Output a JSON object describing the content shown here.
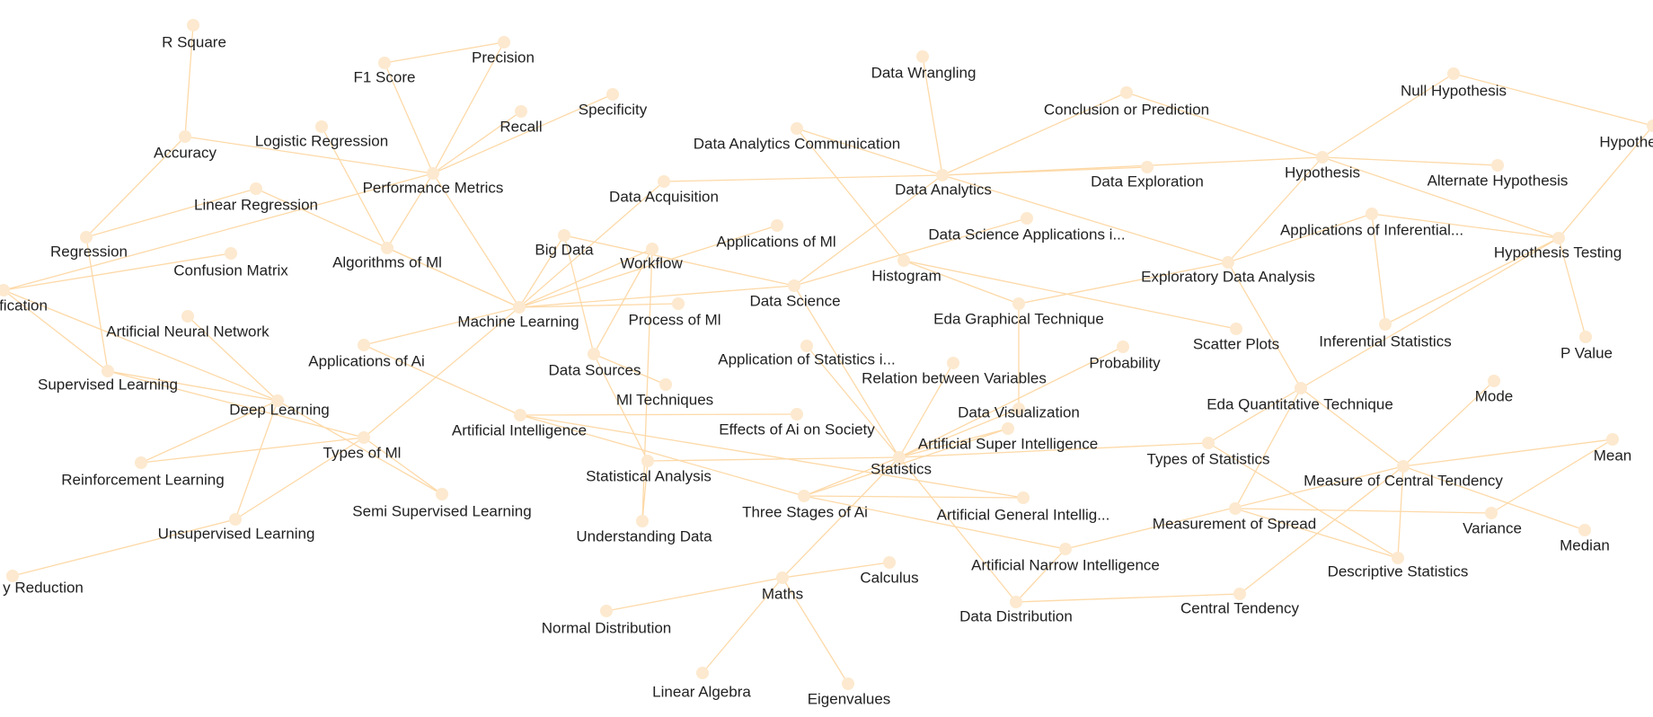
{
  "graph": {
    "nodes": [
      {
        "id": "r-square",
        "label": "R Square"
      },
      {
        "id": "f1-score",
        "label": "F1 Score"
      },
      {
        "id": "precision",
        "label": "Precision"
      },
      {
        "id": "recall",
        "label": "Recall"
      },
      {
        "id": "specificity",
        "label": "Specificity"
      },
      {
        "id": "accuracy",
        "label": "Accuracy"
      },
      {
        "id": "logistic-regression",
        "label": "Logistic Regression"
      },
      {
        "id": "performance-metrics",
        "label": "Performance Metrics"
      },
      {
        "id": "linear-regression",
        "label": "Linear Regression"
      },
      {
        "id": "regression",
        "label": "Regression"
      },
      {
        "id": "confusion-matrix",
        "label": "Confusion Matrix"
      },
      {
        "id": "algorithms-of-ml",
        "label": "Algorithms of Ml"
      },
      {
        "id": "classification",
        "label": "fication"
      },
      {
        "id": "artificial-neural-network",
        "label": "Artificial Neural Network"
      },
      {
        "id": "machine-learning",
        "label": "Machine Learning"
      },
      {
        "id": "applications-of-ai",
        "label": "Applications of Ai"
      },
      {
        "id": "supervised-learning",
        "label": "Supervised Learning"
      },
      {
        "id": "deep-learning",
        "label": "Deep Learning"
      },
      {
        "id": "types-of-ml",
        "label": "Types of Ml"
      },
      {
        "id": "reinforcement-learning",
        "label": "Reinforcement Learning"
      },
      {
        "id": "semi-supervised-learning",
        "label": "Semi Supervised Learning"
      },
      {
        "id": "unsupervised-learning",
        "label": "Unsupervised Learning"
      },
      {
        "id": "dimensionality-reduction",
        "label": "y Reduction"
      },
      {
        "id": "big-data",
        "label": "Big Data"
      },
      {
        "id": "workflow",
        "label": "Workflow"
      },
      {
        "id": "applications-of-ml",
        "label": "Applications of Ml"
      },
      {
        "id": "data-acquisition",
        "label": "Data Acquisition"
      },
      {
        "id": "process-of-ml",
        "label": "Process of Ml"
      },
      {
        "id": "data-sources",
        "label": "Data Sources"
      },
      {
        "id": "ml-techniques",
        "label": "Ml Techniques"
      },
      {
        "id": "artificial-intelligence",
        "label": "Artificial Intelligence"
      },
      {
        "id": "statistical-analysis",
        "label": "Statistical Analysis"
      },
      {
        "id": "understanding-data",
        "label": "Understanding Data"
      },
      {
        "id": "data-wrangling",
        "label": "Data Wrangling"
      },
      {
        "id": "data-analytics-communication",
        "label": "Data Analytics Communication"
      },
      {
        "id": "data-analytics",
        "label": "Data Analytics"
      },
      {
        "id": "data-science",
        "label": "Data Science"
      },
      {
        "id": "histogram",
        "label": "Histogram"
      },
      {
        "id": "data-science-applications",
        "label": "Data Science Applications i..."
      },
      {
        "id": "application-of-statistics",
        "label": "Application of Statistics i..."
      },
      {
        "id": "relation-between-variables",
        "label": "Relation between Variables"
      },
      {
        "id": "effects-of-ai-on-society",
        "label": "Effects of Ai on Society"
      },
      {
        "id": "statistics",
        "label": "Statistics"
      },
      {
        "id": "three-stages-of-ai",
        "label": "Three Stages of Ai"
      },
      {
        "id": "maths",
        "label": "Maths"
      },
      {
        "id": "calculus",
        "label": "Calculus"
      },
      {
        "id": "normal-distribution",
        "label": "Normal Distribution"
      },
      {
        "id": "linear-algebra",
        "label": "Linear Algebra"
      },
      {
        "id": "eigenvalues",
        "label": "Eigenvalues"
      },
      {
        "id": "conclusion-or-prediction",
        "label": "Conclusion or Prediction"
      },
      {
        "id": "data-exploration",
        "label": "Data Exploration"
      },
      {
        "id": "eda-graphical-technique",
        "label": "Eda Graphical Technique"
      },
      {
        "id": "exploratory-data-analysis",
        "label": "Exploratory Data Analysis"
      },
      {
        "id": "probability",
        "label": "Probability"
      },
      {
        "id": "data-visualization",
        "label": "Data Visualization"
      },
      {
        "id": "scatter-plots",
        "label": "Scatter Plots"
      },
      {
        "id": "artificial-super-intelligence",
        "label": "Artificial Super Intelligence"
      },
      {
        "id": "artificial-general-intelligence",
        "label": "Artificial General Intellig..."
      },
      {
        "id": "artificial-narrow-intelligence",
        "label": "Artificial Narrow Intelligence"
      },
      {
        "id": "data-distribution",
        "label": "Data Distribution"
      },
      {
        "id": "null-hypothesis",
        "label": "Null Hypothesis"
      },
      {
        "id": "hypothesis",
        "label": "Hypothesis"
      },
      {
        "id": "alternate-hypothesis",
        "label": "Alternate Hypothesis"
      },
      {
        "id": "applications-of-inferential",
        "label": "Applications of Inferential..."
      },
      {
        "id": "hypothesis-testing",
        "label": "Hypothesis Testing"
      },
      {
        "id": "hypothesis-edge",
        "label": "Hypothe"
      },
      {
        "id": "inferential-statistics",
        "label": "Inferential Statistics"
      },
      {
        "id": "p-value",
        "label": "P Value"
      },
      {
        "id": "eda-quantitative-technique",
        "label": "Eda Quantitative Technique"
      },
      {
        "id": "mode",
        "label": "Mode"
      },
      {
        "id": "types-of-statistics",
        "label": "Types of Statistics"
      },
      {
        "id": "measure-of-central-tendency",
        "label": "Measure of Central Tendency"
      },
      {
        "id": "mean",
        "label": "Mean"
      },
      {
        "id": "measurement-of-spread",
        "label": "Measurement of Spread"
      },
      {
        "id": "variance",
        "label": "Variance"
      },
      {
        "id": "median",
        "label": "Median"
      },
      {
        "id": "descriptive-statistics",
        "label": "Descriptive Statistics"
      },
      {
        "id": "central-tendency",
        "label": "Central Tendency"
      }
    ],
    "edges": [
      [
        "r-square",
        "accuracy"
      ],
      [
        "f1-score",
        "precision"
      ],
      [
        "f1-score",
        "performance-metrics"
      ],
      [
        "precision",
        "performance-metrics"
      ],
      [
        "recall",
        "performance-metrics"
      ],
      [
        "specificity",
        "performance-metrics"
      ],
      [
        "accuracy",
        "performance-metrics"
      ],
      [
        "accuracy",
        "regression"
      ],
      [
        "logistic-regression",
        "algorithms-of-ml"
      ],
      [
        "performance-metrics",
        "machine-learning"
      ],
      [
        "performance-metrics",
        "algorithms-of-ml"
      ],
      [
        "performance-metrics",
        "classification"
      ],
      [
        "linear-regression",
        "regression"
      ],
      [
        "linear-regression",
        "machine-learning"
      ],
      [
        "regression",
        "supervised-learning"
      ],
      [
        "confusion-matrix",
        "classification"
      ],
      [
        "algorithms-of-ml",
        "machine-learning"
      ],
      [
        "classification",
        "supervised-learning"
      ],
      [
        "classification",
        "deep-learning"
      ],
      [
        "artificial-neural-network",
        "deep-learning"
      ],
      [
        "machine-learning",
        "applications-of-ai"
      ],
      [
        "machine-learning",
        "workflow"
      ],
      [
        "machine-learning",
        "big-data"
      ],
      [
        "machine-learning",
        "data-science"
      ],
      [
        "machine-learning",
        "process-of-ml"
      ],
      [
        "machine-learning",
        "types-of-ml"
      ],
      [
        "machine-learning",
        "applications-of-ml"
      ],
      [
        "machine-learning",
        "data-acquisition"
      ],
      [
        "applications-of-ai",
        "artificial-intelligence"
      ],
      [
        "supervised-learning",
        "deep-learning"
      ],
      [
        "supervised-learning",
        "types-of-ml"
      ],
      [
        "deep-learning",
        "reinforcement-learning"
      ],
      [
        "deep-learning",
        "unsupervised-learning"
      ],
      [
        "deep-learning",
        "semi-supervised-learning"
      ],
      [
        "types-of-ml",
        "reinforcement-learning"
      ],
      [
        "types-of-ml",
        "semi-supervised-learning"
      ],
      [
        "types-of-ml",
        "unsupervised-learning"
      ],
      [
        "unsupervised-learning",
        "dimensionality-reduction"
      ],
      [
        "big-data",
        "data-sources"
      ],
      [
        "big-data",
        "data-science"
      ],
      [
        "workflow",
        "understanding-data"
      ],
      [
        "workflow",
        "data-sources"
      ],
      [
        "data-acquisition",
        "data-analytics"
      ],
      [
        "data-sources",
        "ml-techniques"
      ],
      [
        "data-sources",
        "statistical-analysis"
      ],
      [
        "artificial-intelligence",
        "effects-of-ai-on-society"
      ],
      [
        "artificial-intelligence",
        "three-stages-of-ai"
      ],
      [
        "artificial-intelligence",
        "artificial-general-intelligence"
      ],
      [
        "statistical-analysis",
        "understanding-data"
      ],
      [
        "statistical-analysis",
        "statistics"
      ],
      [
        "data-wrangling",
        "data-analytics"
      ],
      [
        "data-analytics-communication",
        "data-analytics"
      ],
      [
        "data-analytics-communication",
        "histogram"
      ],
      [
        "data-analytics",
        "conclusion-or-prediction"
      ],
      [
        "data-analytics",
        "data-science"
      ],
      [
        "data-analytics",
        "exploratory-data-analysis"
      ],
      [
        "data-analytics",
        "hypothesis"
      ],
      [
        "data-analytics",
        "data-exploration"
      ],
      [
        "data-science",
        "data-science-applications"
      ],
      [
        "data-science",
        "statistics"
      ],
      [
        "histogram",
        "eda-graphical-technique"
      ],
      [
        "histogram",
        "scatter-plots"
      ],
      [
        "application-of-statistics",
        "statistics"
      ],
      [
        "relation-between-variables",
        "statistics"
      ],
      [
        "statistics",
        "three-stages-of-ai"
      ],
      [
        "statistics",
        "probability"
      ],
      [
        "statistics",
        "data-visualization"
      ],
      [
        "statistics",
        "artificial-super-intelligence"
      ],
      [
        "statistics",
        "types-of-statistics"
      ],
      [
        "statistics",
        "maths"
      ],
      [
        "statistics",
        "data-distribution"
      ],
      [
        "three-stages-of-ai",
        "artificial-super-intelligence"
      ],
      [
        "three-stages-of-ai",
        "artificial-general-intelligence"
      ],
      [
        "three-stages-of-ai",
        "artificial-narrow-intelligence"
      ],
      [
        "maths",
        "calculus"
      ],
      [
        "maths",
        "normal-distribution"
      ],
      [
        "maths",
        "linear-algebra"
      ],
      [
        "maths",
        "eigenvalues"
      ],
      [
        "conclusion-or-prediction",
        "hypothesis"
      ],
      [
        "eda-graphical-technique",
        "exploratory-data-analysis"
      ],
      [
        "eda-graphical-technique",
        "data-visualization"
      ],
      [
        "exploratory-data-analysis",
        "applications-of-inferential"
      ],
      [
        "exploratory-data-analysis",
        "hypothesis"
      ],
      [
        "exploratory-data-analysis",
        "eda-quantitative-technique"
      ],
      [
        "data-distribution",
        "artificial-narrow-intelligence"
      ],
      [
        "data-distribution",
        "central-tendency"
      ],
      [
        "null-hypothesis",
        "hypothesis"
      ],
      [
        "null-hypothesis",
        "hypothesis-edge"
      ],
      [
        "hypothesis",
        "alternate-hypothesis"
      ],
      [
        "hypothesis",
        "hypothesis-testing"
      ],
      [
        "hypothesis-testing",
        "applications-of-inferential"
      ],
      [
        "hypothesis-testing",
        "p-value"
      ],
      [
        "hypothesis-testing",
        "hypothesis-edge"
      ],
      [
        "hypothesis-testing",
        "eda-quantitative-technique"
      ],
      [
        "hypothesis-testing",
        "inferential-statistics"
      ],
      [
        "applications-of-inferential",
        "inferential-statistics"
      ],
      [
        "eda-quantitative-technique",
        "types-of-statistics"
      ],
      [
        "eda-quantitative-technique",
        "measurement-of-spread"
      ],
      [
        "eda-quantitative-technique",
        "measure-of-central-tendency"
      ],
      [
        "mode",
        "measure-of-central-tendency"
      ],
      [
        "measure-of-central-tendency",
        "mean"
      ],
      [
        "measure-of-central-tendency",
        "median"
      ],
      [
        "measure-of-central-tendency",
        "descriptive-statistics"
      ],
      [
        "measure-of-central-tendency",
        "central-tendency"
      ],
      [
        "measurement-of-spread",
        "variance"
      ],
      [
        "measurement-of-spread",
        "descriptive-statistics"
      ],
      [
        "types-of-statistics",
        "descriptive-statistics"
      ],
      [
        "variance",
        "mean"
      ],
      [
        "artificial-narrow-intelligence",
        "measure-of-central-tendency"
      ]
    ]
  }
}
